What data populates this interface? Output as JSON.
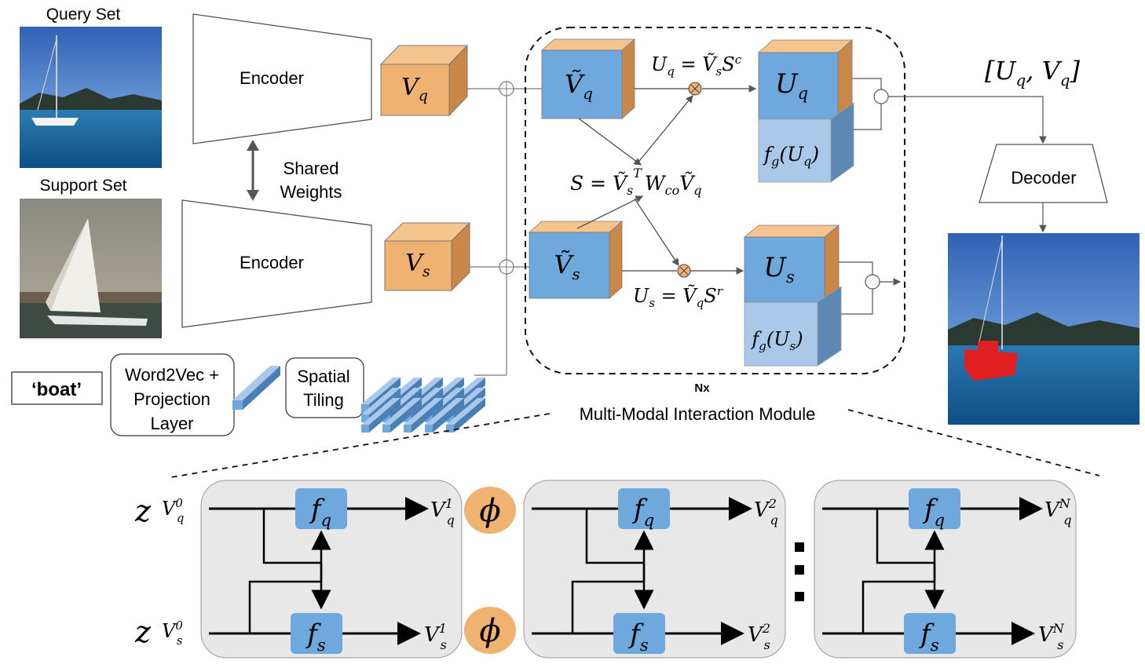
{
  "images": {
    "query_title": "Query Set",
    "support_title": "Support Set",
    "query_image": "sailboat on blue water under blue sky",
    "support_image": "sailing catamaran with white sail",
    "output_image": "sailboat with red segmentation mask on blue water"
  },
  "encoders": {
    "top_label": "Encoder",
    "bottom_label": "Encoder",
    "shared_line1": "Shared",
    "shared_line2": "Weights"
  },
  "features": {
    "vq_base": "V",
    "vq_sub": "q",
    "vs_base": "V",
    "vs_sub": "s"
  },
  "text_branch": {
    "word": "‘boat’",
    "w2v_line1": "Word2Vec +",
    "w2v_line2": "Projection",
    "w2v_line3": "Layer",
    "tiling_line1": "Spatial",
    "tiling_line2": "Tiling"
  },
  "module": {
    "vq_tilde_base": "Ṽ",
    "vq_tilde_sub": "q",
    "vs_tilde_base": "Ṽ",
    "vs_tilde_sub": "s",
    "uq_base": "U",
    "uq_sub": "q",
    "us_base": "U",
    "us_sub": "s",
    "fg_uq": "f",
    "fg_uq_sub": "g",
    "fg_uq_arg": "(U",
    "fg_uq_arg_sub": "q",
    "fg_uq_close": ")",
    "fg_us": "f",
    "fg_us_sub": "g",
    "fg_us_arg": "(U",
    "fg_us_arg_sub": "s",
    "fg_us_close": ")",
    "eq_uq": "U",
    "eq_uq_sub": "q",
    "eq_uq_rhs": " = Ṽ",
    "eq_uq_rhs_sub": "s",
    "eq_uq_tail": "S",
    "eq_uq_sup": "c",
    "eq_s": "S = Ṽ",
    "eq_s_sub": "s",
    "eq_s_sup": "T",
    "eq_s_w": "W",
    "eq_s_w_sub": "co",
    "eq_s_v": "Ṽ",
    "eq_s_v_sub": "q",
    "eq_us": "U",
    "eq_us_sub": "s",
    "eq_us_rhs": " = Ṽ",
    "eq_us_rhs_sub": "q",
    "eq_us_tail": "S",
    "eq_us_sup": "r",
    "repeat": "Nx",
    "title": "Multi-Modal Interaction Module"
  },
  "decoder": {
    "input_label": "[U",
    "input_sub1": "q",
    "input_mid": ", V",
    "input_sub2": "q",
    "input_close": "]",
    "label": "Decoder"
  },
  "detail": {
    "z": "z",
    "in_q_base": "V",
    "in_q_sub": "q",
    "in_q_sup": "0",
    "in_s_base": "V",
    "in_s_sub": "s",
    "in_s_sup": "0",
    "fq_base": "f",
    "fq_sub": "q",
    "fs_base": "f",
    "fs_sub": "s",
    "phi": "ϕ",
    "dots": "⋮",
    "outputs": [
      {
        "q_base": "V",
        "q_sub": "q",
        "q_sup": "1",
        "s_base": "V",
        "s_sub": "s",
        "s_sup": "1"
      },
      {
        "q_base": "V",
        "q_sub": "q",
        "q_sup": "2",
        "s_base": "V",
        "s_sub": "s",
        "s_sup": "2"
      },
      {
        "q_base": "V",
        "q_sub": "q",
        "q_sup": "N",
        "s_base": "V",
        "s_sub": "s",
        "s_sup": "N"
      }
    ]
  },
  "colors": {
    "orange": "#f0b270",
    "orange_dark": "#c9884a",
    "blue": "#6fa8dc",
    "blue_dark": "#4a7fb5",
    "blue_light": "#a9c8ea",
    "mask_red": "#e02020",
    "panel_gray": "#e8e8e8"
  }
}
